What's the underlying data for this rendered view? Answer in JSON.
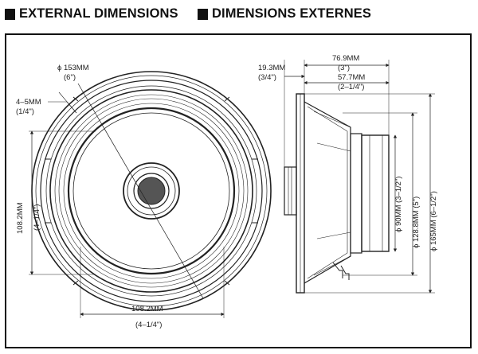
{
  "headers": {
    "english": "EXTERNAL DIMENSIONS",
    "french": "DIMENSIONS EXTERNES"
  },
  "front_view": {
    "outer_diameter": "ϕ 153MM",
    "outer_diameter_in": "(6\")",
    "flange_thickness": "4–5MM",
    "flange_thickness_in": "(1/4\")",
    "vertical_hole": "108.2MM",
    "vertical_hole_in": "(4–1/4\")",
    "horizontal_hole": "108.2MM",
    "horizontal_hole_in": "(4–1/4\")"
  },
  "side_view": {
    "total_depth": "76.9MM",
    "total_depth_in": "(3\")",
    "tweeter_depth": "19.3MM",
    "tweeter_depth_in": "(3/4\")",
    "mount_depth": "57.7MM",
    "mount_depth_in": "(2–1/4\")",
    "magnet_diameter": "ϕ 90MM (3–1/2\")",
    "basket_diameter": "ϕ 128.8MM (5\")",
    "overall_diameter": "ϕ 165MM (6–1/2\")"
  }
}
